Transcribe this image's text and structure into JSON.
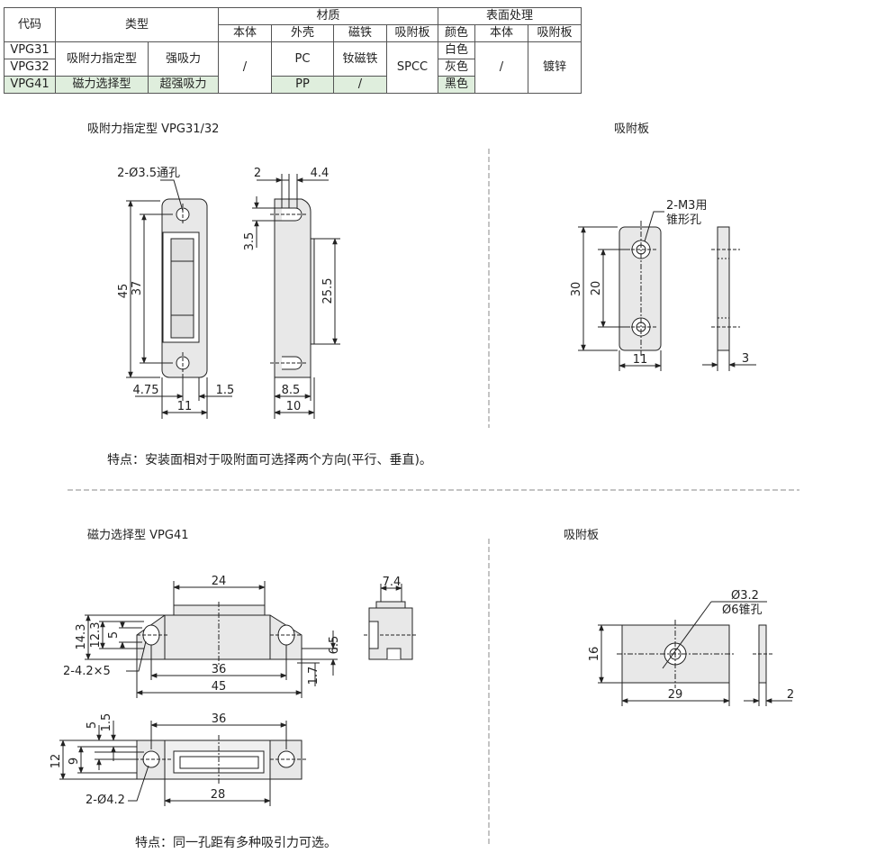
{
  "table": {
    "h_code": "代码",
    "h_type": "类型",
    "h_material": "材质",
    "h_surface": "表面处理",
    "sub_body": "本体",
    "sub_shell": "外壳",
    "sub_magnet": "磁铁",
    "sub_plate": "吸附板",
    "sub_color": "颜色",
    "sub_body2": "本体",
    "sub_plate2": "吸附板",
    "r1_code": "VPG31",
    "r2_code": "VPG32",
    "r3_code": "VPG41",
    "type_a": "吸附力指定型",
    "force_a": "强吸力",
    "type_b": "磁力选择型",
    "force_b": "超强吸力",
    "body_val": "/",
    "shell_a": "PC",
    "shell_b": "PP",
    "magnet_a": "钕磁铁",
    "magnet_b": "/",
    "plate_val": "SPCC",
    "color1": "白色",
    "color2": "灰色",
    "color3": "黑色",
    "body2_val": "/",
    "plate2_val": "镀锌"
  },
  "section1": {
    "title": "吸附力指定型  VPG31/32",
    "plate_title": "吸附板",
    "feature": "特点：安装面相对于吸附面可选择两个方向(平行、垂直)。",
    "hole_note": "2-Ø3.5通孔",
    "dim_2": "2",
    "dim_4_4": "4.4",
    "dim_3_5": "3.5",
    "dim_25_5": "25.5",
    "dim_45": "45",
    "dim_37": "37",
    "dim_4_75": "4.75",
    "dim_1_5": "1.5",
    "dim_11": "11",
    "dim_8_5": "8.5",
    "dim_10": "10",
    "plate_note1": "2-M3用",
    "plate_note2": "锥形孔",
    "plate_30": "30",
    "plate_20": "20",
    "plate_11": "11",
    "plate_3": "3"
  },
  "section2": {
    "title": "磁力选择型  VPG41",
    "plate_title": "吸附板",
    "feature": "特点：同一孔距有多种吸引力可选。",
    "dim_24": "24",
    "dim_7_4": "7.4",
    "dim_14_3": "14.3",
    "dim_12_3": "12.3",
    "dim_5": "5",
    "dim_6_5": "6.5",
    "slot_note": "2-4.2×5",
    "dim_36": "36",
    "dim_1_7": "1.7",
    "dim_45": "45",
    "b_36": "36",
    "b_5": "5",
    "b_1_5": "1.5",
    "b_12": "12",
    "b_9": "9",
    "b_hole": "2-Ø4.2",
    "b_28": "28",
    "plate_note1": "Ø3.2",
    "plate_note2": "Ø6锥孔",
    "plate_16": "16",
    "plate_29": "29",
    "plate_2": "2"
  }
}
